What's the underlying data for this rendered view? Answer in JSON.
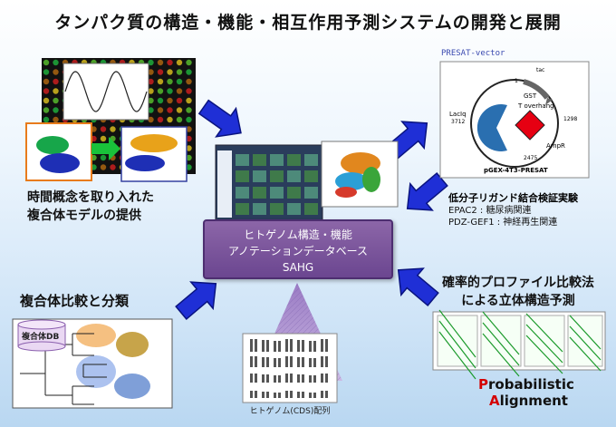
{
  "title": "タンパク質の構造・機能・相互作用予測システムの開発と展開",
  "left_top_label": [
    "時間概念を取り入れた",
    "複合体モデルの提供"
  ],
  "center_box": [
    "ヒトゲノム構造・機能",
    "アノテーションデータベース",
    "SAHG"
  ],
  "presat": {
    "vector_title": "PRESAT-vector",
    "tac": "tac",
    "gst": "GST",
    "t_overhang": "T overhang",
    "laci": "LacIq",
    "ampr": "AmpR",
    "bottom": "pGEX-4T3-PRESAT",
    "num_1": "1",
    "num_3712": "3712",
    "num_1298": "1298",
    "num_2475": "2475"
  },
  "ligand": {
    "label": "低分子リガンド結合検証実験",
    "line1": "EPAC2 : 糖尿病関連",
    "line2": "PDZ-GEF1 : 神経再生関連"
  },
  "right_bottom_label": [
    "確率的プロファイル比較法",
    "による立体構造予測"
  ],
  "left_bottom_label": "複合体比較と分類",
  "db_label": "複合体DB",
  "karyotype_caption": "ヒトゲノム(CDS)配列",
  "probabilistic": {
    "p": "P",
    "rest1": "robabilistic",
    "a": "A",
    "rest2": "lignment"
  },
  "colors": {
    "arrow": "#1f2fd6",
    "center": "#7a559a",
    "pacman": "#2a6fb0",
    "diamond": "#e60012"
  }
}
